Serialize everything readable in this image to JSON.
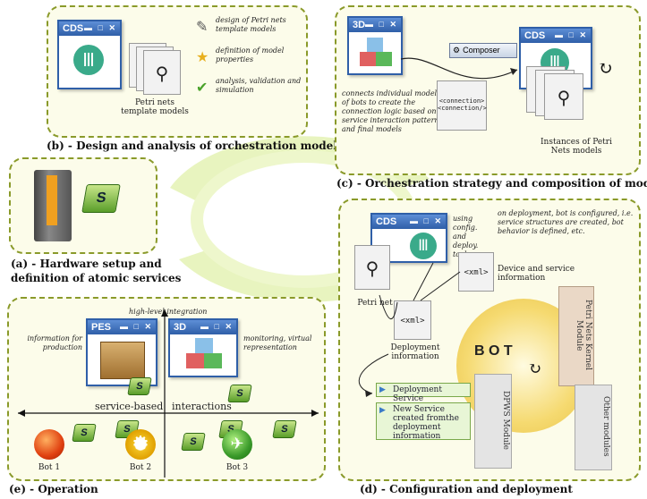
{
  "panels": {
    "b": {
      "caption": "(b) - Design and analysis of orchestration models",
      "window_title": "CDS",
      "models_label": "Petri nets template models",
      "features": [
        {
          "icon": "pencil-icon",
          "text": "design of Petri nets template models"
        },
        {
          "icon": "star-icon",
          "text": "definition of model properties"
        },
        {
          "icon": "checkmark-icon",
          "text": "analysis, validation and simulation"
        }
      ]
    },
    "c": {
      "caption": "(c) - Orchestration strategy and composition of models",
      "window_3d_title": "3D",
      "window_cds_title": "CDS",
      "composer_label": "Composer",
      "description": "connects individual models of bots to create the connection logic based on service interaction patterns and final models",
      "connection_doc": "<connection> <connection/>",
      "instances_label": "Instances of Petri Nets models"
    },
    "a": {
      "caption_line1": "(a) - Hardware setup and",
      "caption_line2": "definition of atomic services",
      "service_badge": "S"
    },
    "d": {
      "caption": "(d) - Configuration and deployment",
      "window_title": "CDS",
      "tools_note": "using config. and deploy. tools",
      "deploy_note": "on deployment, bot is configured, i.e. service structures are created, bot behavior is defined, etc.",
      "xml_tag": "<xml>",
      "device_info": "Device and service information",
      "petri_net_label": "Petri net",
      "deployment_info": "Deployment information",
      "deployment_service": "Deployment Service",
      "new_service": "New Service created fromthe deployment information",
      "bot_label": "B O T",
      "puzzle_labels": [
        "Petri Nets Kernel Module",
        "DPWS Module",
        "Other modules"
      ]
    },
    "e": {
      "caption": "(e) - Operation",
      "top_label": "high-level integration",
      "pes_title": "PES",
      "window_3d_title": "3D",
      "info_note": "information for production",
      "monitor_note": "monitoring, virtual representation",
      "axis_label_left": "service-based",
      "axis_label_right": "interactions",
      "bots": [
        "Bot 1",
        "Bot 2",
        "Bot 3"
      ],
      "service_badge": "S"
    }
  },
  "colors": {
    "panel_border": "#8a9a2a",
    "panel_fill": "#fcfcea",
    "window_title": "#2f5fa8",
    "service_green": "#5a9e2a"
  }
}
